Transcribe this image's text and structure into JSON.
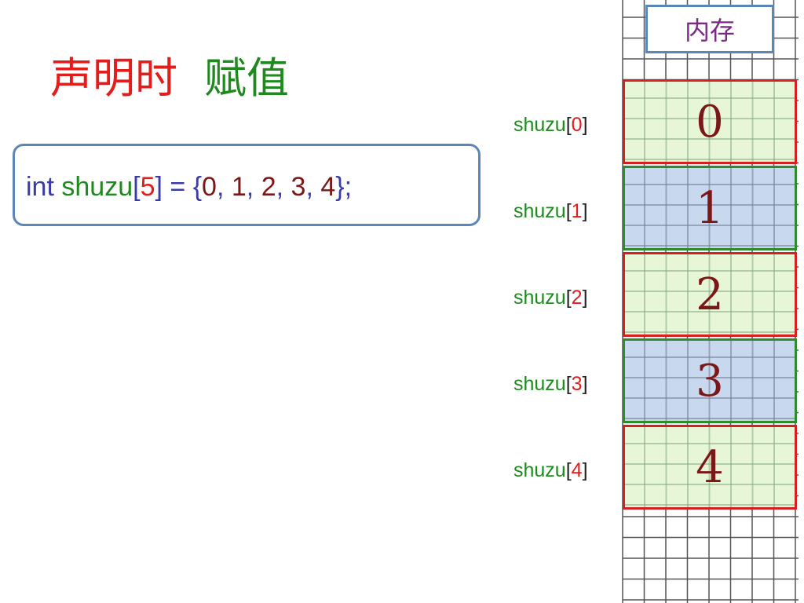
{
  "title": {
    "part1": "声明时",
    "part2": "赋值",
    "part1_color": "#e31c1c",
    "part2_color": "#1e8a1e"
  },
  "code": {
    "kw_int": "int",
    "name": "shuzu",
    "open_bracket": "[",
    "size": "5",
    "close_bracket": "]",
    "equals": " = ",
    "brace_open": "{",
    "v0": "0",
    "comma1": ", ",
    "v1": "1",
    "comma2": ", ",
    "v2": "2",
    "comma3": ", ",
    "v3": "3",
    "comma4": ", ",
    "v4": "4",
    "brace_close": "}",
    "semicolon": ";",
    "colors": {
      "keyword": "#3b3ba8",
      "name": "#1e8a1e",
      "index": "#e31c1c",
      "value": "#7a1717"
    }
  },
  "memory": {
    "label": "内存",
    "cells": [
      {
        "name": "shuzu",
        "open": "[",
        "index": "0",
        "close": "]",
        "value": "0",
        "style": "green"
      },
      {
        "name": "shuzu",
        "open": "[",
        "index": "1",
        "close": "]",
        "value": "1",
        "style": "blue"
      },
      {
        "name": "shuzu",
        "open": "[",
        "index": "2",
        "close": "]",
        "value": "2",
        "style": "green"
      },
      {
        "name": "shuzu",
        "open": "[",
        "index": "3",
        "close": "]",
        "value": "3",
        "style": "blue"
      },
      {
        "name": "shuzu",
        "open": "[",
        "index": "4",
        "close": "]",
        "value": "4",
        "style": "green"
      }
    ],
    "colors": {
      "label_name": "#1e8a1e",
      "label_bracket": "#222222",
      "label_index": "#e31c1c"
    }
  }
}
